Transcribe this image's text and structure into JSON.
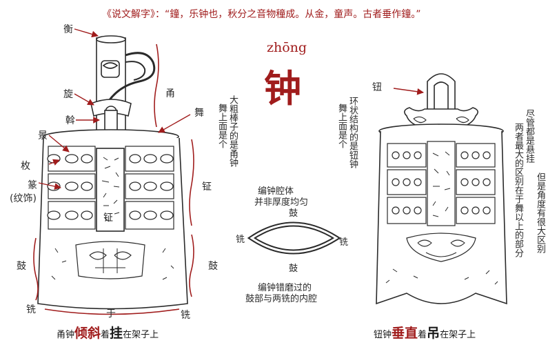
{
  "quote": "《说文解字》：“鐘，乐钟也，秋分之音物穜成。从金，童声。古者垂作鐘。”",
  "title": {
    "pinyin": "zhōng",
    "char": "钟"
  },
  "left_labels": {
    "heng": "衡",
    "xuan": "旋",
    "gan": "斡",
    "jing": "景",
    "mei": "枚",
    "zhuan": "篆",
    "zhuan_note": "(纹饰)",
    "zheng_inner": "钲",
    "xian_left": "铣",
    "yu": "于",
    "xian_right": "铣",
    "yong": "甬",
    "wu": "舞",
    "zheng": "钲",
    "gu_left": "鼓",
    "gu_right": "鼓"
  },
  "left_note": {
    "col1": "大粗棒子",
    "col2": "舞上面是个",
    "col3": "的是甬钟"
  },
  "left_note_v": {
    "a": "大粗棒子的是甬钟",
    "b": "舞上面是个"
  },
  "right_labels": {
    "niu": "钮"
  },
  "right_note_v": {
    "a": "环状结构的是钮钟",
    "b": "舞上面是个"
  },
  "far_right_note_v": {
    "a": "尽管都是悬挂",
    "b": "两者最大的区别在于舞以上的部分",
    "c": "但是角度有很大区别"
  },
  "center": {
    "top_note1": "编钟腔体",
    "top_note2": "并非厚度均匀",
    "gu_top": "鼓",
    "xian_left": "铣",
    "xian_right": "铣",
    "gu_bottom": "鼓",
    "bottom_note1": "编钟错磨过的",
    "bottom_note2": "鼓部与两铣的内腔"
  },
  "caption_left": {
    "p1": "甬钟",
    "b1": "倾斜",
    "p2": "着",
    "b2": "挂",
    "p3": "在架子上"
  },
  "caption_right": {
    "p1": "钮钟",
    "b1": "垂直",
    "p2": "着",
    "b2": "吊",
    "p3": "在架子上"
  },
  "colors": {
    "accent": "#a01c1c",
    "ink": "#2a2a2a"
  }
}
